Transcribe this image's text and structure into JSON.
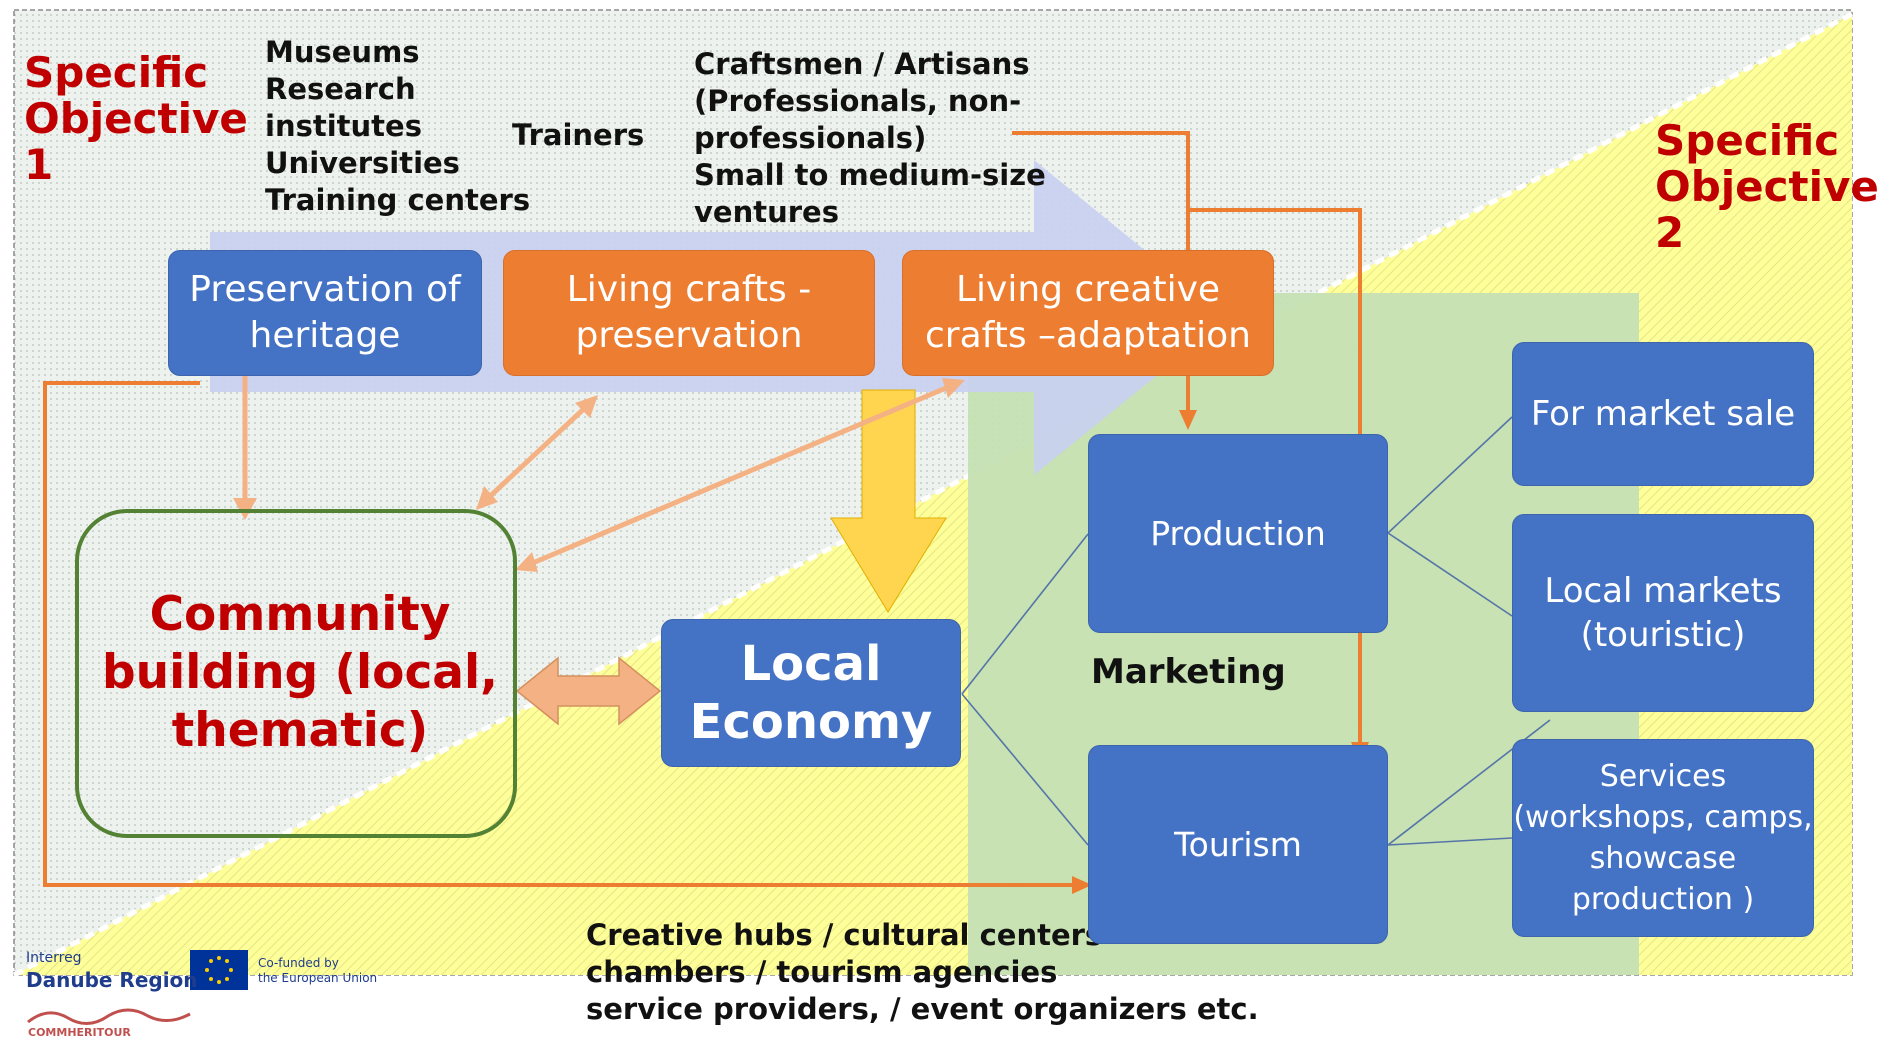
{
  "colors": {
    "heritage_blue": "#4472c4",
    "craft_orange": "#ed7d31",
    "objective_red": "#c00000",
    "community_green": "#548235",
    "economy_green": "#c5e0b4",
    "objective2_yellow": "#ffff99",
    "flow_arrow": "#c9d0f0",
    "down_arrow_yellow": "#ffd54f",
    "double_arrow": "#f4b183",
    "orange_line": "#ed7d31"
  },
  "objectives": {
    "so1": "Specific\nObjective\n1",
    "so2": "Specific\nObjective\n2"
  },
  "stakeholders": {
    "institutions": "Museums\nResearch\ninstitutes\nUniversities\nTraining centers",
    "trainers": "Trainers",
    "craftsmen": "Craftsmen / Artisans\n(Professionals, non-\nprofessionals)\nSmall to medium-size\nventures",
    "hubs": "Creative hubs / cultural centers\nchambers / tourism agencies\nservice providers, / event organizers etc."
  },
  "boxes": {
    "heritage": "Preservation of\nheritage",
    "living_crafts": "Living crafts -\npreservation",
    "creative_crafts": "Living creative\ncrafts –adaptation",
    "community": "Community\nbuilding (local,\nthematic)",
    "local_economy": "Local\nEconomy",
    "production": "Production",
    "tourism": "Tourism",
    "marketing": "Marketing",
    "market_sale": "For market sale",
    "local_markets": "Local markets\n(touristic)",
    "services": "Services\n(workshops, camps,\nshowcase\nproduction )"
  },
  "logos": {
    "interreg_line1": "Interreg",
    "interreg_line2": "Danube Region",
    "eu_line1": "Co-funded by",
    "eu_line2": "the European Union",
    "project": "COMMHERITOUR"
  }
}
